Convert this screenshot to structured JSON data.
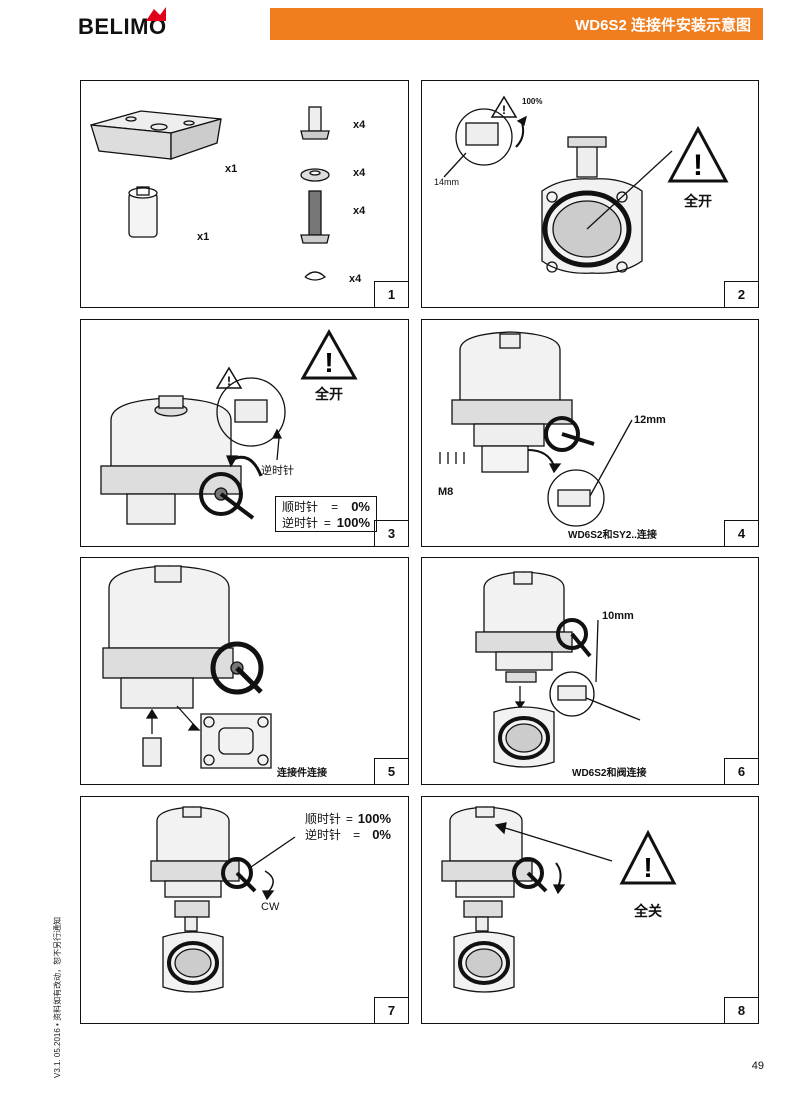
{
  "brand": "BELIMO",
  "header": {
    "title": "WD6S2 连接件安装示意图"
  },
  "panels": {
    "p1": {
      "num": "1",
      "x1a": "x1",
      "x1b": "x1",
      "x4a": "x4",
      "x4b": "x4",
      "x4c": "x4",
      "x4d": "x4"
    },
    "p2": {
      "num": "2",
      "pct": "100%",
      "mm": "14mm",
      "warn": "全开"
    },
    "p3": {
      "num": "3",
      "warn": "全开",
      "dir": "逆时针",
      "table": [
        {
          "label": "顺时针",
          "eq": "=",
          "value": "0%"
        },
        {
          "label": "逆时针",
          "eq": "=",
          "value": "100%"
        }
      ]
    },
    "p4": {
      "num": "4",
      "mm": "12mm",
      "bolt": "M8",
      "caption": "WD6S2和SY2..连接"
    },
    "p5": {
      "num": "5",
      "caption": "连接件连接"
    },
    "p6": {
      "num": "6",
      "mm": "10mm",
      "caption": "WD6S2和阀连接"
    },
    "p7": {
      "num": "7",
      "dir": "CW",
      "table": [
        {
          "label": "顺时针",
          "eq": "=",
          "value": "100%"
        },
        {
          "label": "逆时针",
          "eq": "=",
          "value": "0%"
        }
      ]
    },
    "p8": {
      "num": "8",
      "warn": "全关"
    }
  },
  "footer": {
    "version": "V3.1. 05.2016 • 资料如有改动，恕不另行通知",
    "page": "49"
  },
  "colors": {
    "accent": "#f07d1e",
    "brand_red": "#e2001a"
  }
}
